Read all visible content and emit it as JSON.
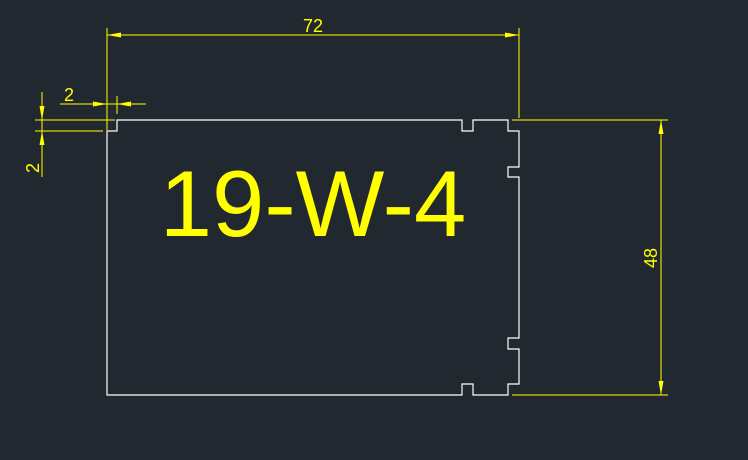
{
  "drawing": {
    "label": "19-W-4",
    "dimensions": {
      "width": "72",
      "height": "48",
      "notch_horizontal": "2",
      "notch_vertical": "2"
    }
  },
  "colors": {
    "background": "#212830",
    "outline": "#ffffff",
    "dimension": "#ffff00"
  }
}
